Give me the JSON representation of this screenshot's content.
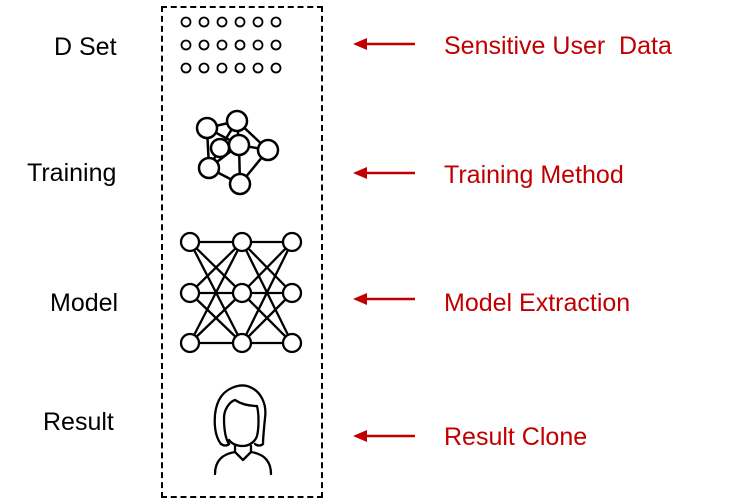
{
  "stages": [
    {
      "label": "D Set",
      "icon": "dataset-dots-icon",
      "annotation": "Sensitive User  Data"
    },
    {
      "label": "Training",
      "icon": "training-network-icon",
      "annotation": "Training Method"
    },
    {
      "label": "Model",
      "icon": "neural-network-model-icon",
      "annotation": "Model Extraction"
    },
    {
      "label": "Result",
      "icon": "user-avatar-icon",
      "annotation": "Result Clone"
    }
  ],
  "colors": {
    "annotation": "#c00000",
    "label": "#000000",
    "arrow": "#c00000"
  }
}
